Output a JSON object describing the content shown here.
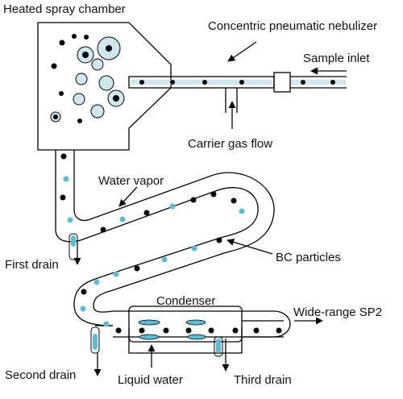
{
  "labels": {
    "chamber": "Heated spray chamber",
    "nebulizer": "Concentric pneumatic nebulizer",
    "sample_inlet": "Sample inlet",
    "carrier_gas": "Carrier gas flow",
    "water_vapor": "Water vapor",
    "bc_particles": "BC particles",
    "first_drain": "First drain",
    "condenser": "Condenser",
    "wide_range": "Wide-range SP2",
    "second_drain": "Second drain",
    "liquid_water": "Liquid water",
    "third_drain": "Third drain"
  },
  "colors": {
    "stroke": "#000000",
    "droplet_fill": "#cfe8ef",
    "vapor": "#5bbcd6",
    "bc_particle": "#111111",
    "liquid_water": "#5bbcd6"
  }
}
